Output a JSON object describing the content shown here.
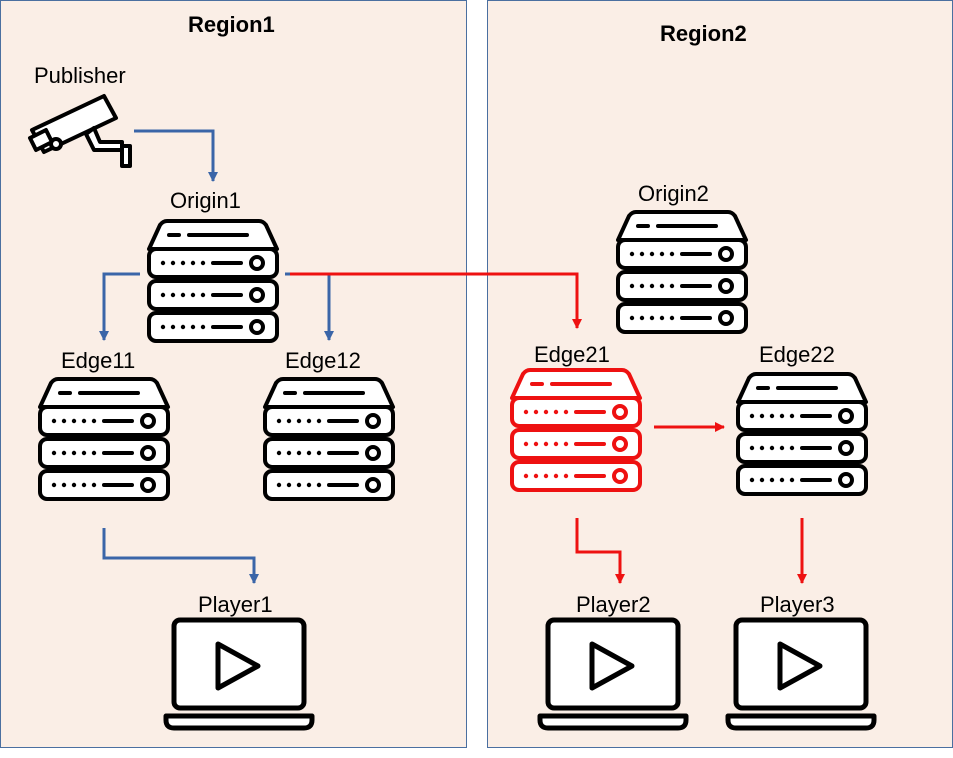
{
  "regions": [
    {
      "title": "Region1"
    },
    {
      "title": "Region2"
    }
  ],
  "nodes": {
    "publisher": {
      "label": "Publisher",
      "icon": "camera-icon"
    },
    "origin1": {
      "label": "Origin1",
      "icon": "server-icon"
    },
    "edge11": {
      "label": "Edge11",
      "icon": "server-icon"
    },
    "edge12": {
      "label": "Edge12",
      "icon": "server-icon"
    },
    "player1": {
      "label": "Player1",
      "icon": "laptop-play-icon"
    },
    "origin2": {
      "label": "Origin2",
      "icon": "server-icon"
    },
    "edge21": {
      "label": "Edge21",
      "icon": "server-icon",
      "highlight": true
    },
    "edge22": {
      "label": "Edge22",
      "icon": "server-icon"
    },
    "player2": {
      "label": "Player2",
      "icon": "laptop-play-icon"
    },
    "player3": {
      "label": "Player3",
      "icon": "laptop-play-icon"
    }
  },
  "colors": {
    "region_bg": "#faeee6",
    "region_border": "#4a6fa0",
    "blue_flow": "#3a65a8",
    "red_flow": "#ee1111",
    "icon": "#000000"
  }
}
